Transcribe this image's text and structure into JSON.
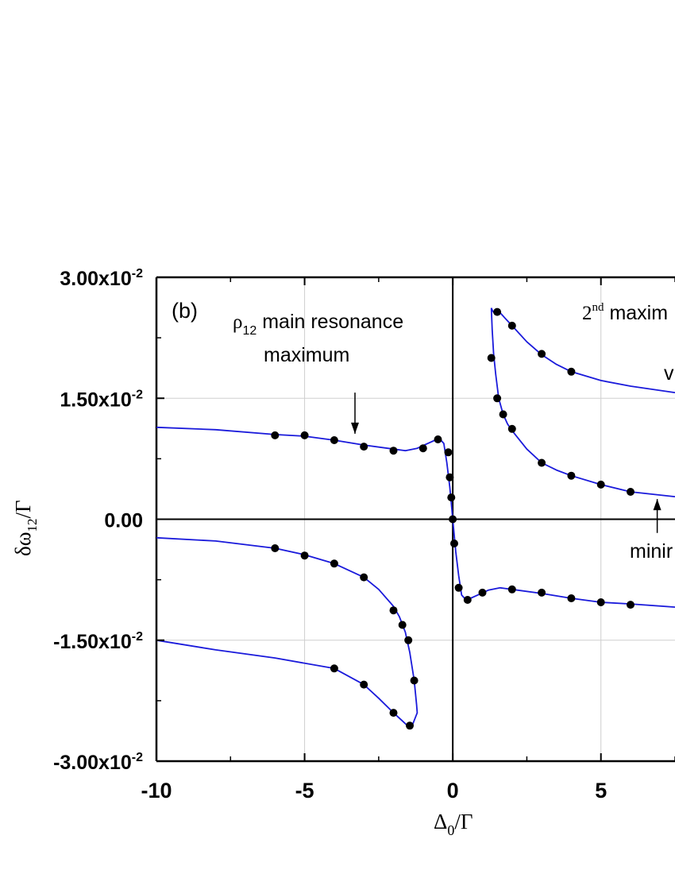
{
  "chart_data": {
    "type": "line",
    "panel_label": "(b)",
    "xlabel": {
      "main": "Δ",
      "sub": "0",
      "rest": "/Γ"
    },
    "ylabel": {
      "main": "δω",
      "sub": "12",
      "rest": "/Γ"
    },
    "xlim": [
      -10,
      7.5
    ],
    "ylim": [
      -0.03,
      0.03
    ],
    "x_ticks": [
      -10,
      -5,
      0,
      5
    ],
    "x_tick_labels": [
      "-10",
      "-5",
      "0",
      "5"
    ],
    "y_ticks": [
      {
        "value": 0.03,
        "mantissa": "3.00x10",
        "exp": "-2"
      },
      {
        "value": 0.015,
        "mantissa": "1.50x10",
        "exp": "-2"
      },
      {
        "value": 0.0,
        "mantissa": "0.00",
        "exp": ""
      },
      {
        "value": -0.015,
        "mantissa": "-1.50x10",
        "exp": "-2"
      },
      {
        "value": -0.03,
        "mantissa": "-3.00x10",
        "exp": "-2"
      }
    ],
    "grid": true,
    "zero_lines": true,
    "line_color": "#1a1adb",
    "marker_color": "#000000",
    "curves": [
      {
        "x": [
          -10,
          -8,
          -6,
          -5,
          -4,
          -3,
          -2,
          -1.6,
          -1.2,
          -0.9,
          -0.6,
          -0.45,
          -0.3,
          -0.2,
          -0.1,
          -0.05,
          0
        ],
        "y": [
          0.0114,
          0.0111,
          0.0105,
          0.0103,
          0.0098,
          0.0092,
          0.0087,
          0.0085,
          0.0088,
          0.0093,
          0.0098,
          0.01,
          0.0094,
          0.007,
          0.004,
          0.002,
          0.0
        ]
      },
      {
        "x": [
          0,
          0.05,
          0.1,
          0.2,
          0.3,
          0.45,
          0.6,
          0.9,
          1.2,
          1.6,
          2,
          3,
          4,
          5,
          6,
          7.5
        ],
        "y": [
          0.0,
          -0.002,
          -0.004,
          -0.007,
          -0.0094,
          -0.01,
          -0.0098,
          -0.0093,
          -0.0088,
          -0.0085,
          -0.0087,
          -0.0092,
          -0.0098,
          -0.0103,
          -0.0105,
          -0.0109
        ]
      },
      {
        "x": [
          -10,
          -8,
          -6,
          -5,
          -4,
          -3,
          -2.5,
          -2,
          -1.8,
          -1.6,
          -1.45,
          -1.3,
          -1.22,
          -1.2,
          -1.35,
          -1.5,
          -1.7,
          -2,
          -2.5,
          -3,
          -4,
          -6,
          -8,
          -10
        ],
        "y": [
          -0.0023,
          -0.0027,
          -0.0036,
          -0.0044,
          -0.0055,
          -0.0072,
          -0.0087,
          -0.0108,
          -0.0121,
          -0.014,
          -0.0165,
          -0.02,
          -0.023,
          -0.024,
          -0.0254,
          -0.0257,
          -0.025,
          -0.024,
          -0.0222,
          -0.0205,
          -0.0185,
          -0.0172,
          -0.0162,
          -0.015
        ]
      },
      {
        "x": [
          1.3,
          1.35,
          1.42,
          1.55,
          1.75,
          2,
          2.5,
          3,
          3.5,
          4,
          5,
          6,
          7.5
        ],
        "y": [
          0.0262,
          0.0258,
          0.0255,
          0.0258,
          0.025,
          0.024,
          0.022,
          0.0204,
          0.0192,
          0.0183,
          0.0172,
          0.0165,
          0.0157
        ]
      },
      {
        "x": [
          1.3,
          1.33,
          1.38,
          1.45,
          1.55,
          1.7,
          1.85,
          2,
          2.5,
          3,
          3.5,
          4,
          5,
          6,
          7.5
        ],
        "y": [
          0.0262,
          0.0235,
          0.0205,
          0.018,
          0.015,
          0.013,
          0.0118,
          0.011,
          0.0087,
          0.007,
          0.0061,
          0.0054,
          0.0043,
          0.0034,
          0.0028
        ]
      }
    ],
    "points": [
      [
        -6,
        0.0104
      ],
      [
        -5,
        0.0104
      ],
      [
        -4,
        0.0098
      ],
      [
        -3,
        0.009
      ],
      [
        -2,
        0.0085
      ],
      [
        -1,
        0.0088
      ],
      [
        -0.5,
        0.0099
      ],
      [
        -0.15,
        0.0083
      ],
      [
        -0.1,
        0.0052
      ],
      [
        -0.05,
        0.0027
      ],
      [
        0,
        0.0
      ],
      [
        0.05,
        -0.003
      ],
      [
        0.2,
        -0.0085
      ],
      [
        0.5,
        -0.01
      ],
      [
        1,
        -0.0091
      ],
      [
        2,
        -0.0087
      ],
      [
        3,
        -0.0091
      ],
      [
        4,
        -0.0098
      ],
      [
        5,
        -0.0103
      ],
      [
        6,
        -0.0106
      ],
      [
        -6,
        -0.0036
      ],
      [
        -5,
        -0.0045
      ],
      [
        -4,
        -0.0055
      ],
      [
        -3,
        -0.0072
      ],
      [
        -2,
        -0.0113
      ],
      [
        -1.7,
        -0.0131
      ],
      [
        -1.5,
        -0.015
      ],
      [
        -1.3,
        -0.02
      ],
      [
        -1.45,
        -0.0256
      ],
      [
        -2,
        -0.024
      ],
      [
        -3,
        -0.0205
      ],
      [
        -4,
        -0.0185
      ],
      [
        1.3,
        0.02
      ],
      [
        1.5,
        0.0257
      ],
      [
        2,
        0.024
      ],
      [
        3,
        0.0205
      ],
      [
        4,
        0.0183
      ],
      [
        1.5,
        0.015
      ],
      [
        1.7,
        0.013
      ],
      [
        2,
        0.0112
      ],
      [
        3,
        0.007
      ],
      [
        4,
        0.0054
      ],
      [
        5,
        0.0043
      ],
      [
        6,
        0.0034
      ]
    ],
    "annotations": [
      {
        "id": "main-resonance",
        "line1_sym": "ρ",
        "line1_sub": "12",
        "line1_rest": " main resonance",
        "line2": "maximum",
        "arrow_x": -3.3,
        "arrow_from": 0.0157,
        "arrow_to": 0.0106
      },
      {
        "id": "second-max",
        "num": "2",
        "sup": "nd",
        "rest": " maxim"
      },
      {
        "id": "minimum",
        "text": "minir",
        "arrow_x": 6.9,
        "arrow_from": -0.0017,
        "arrow_to": 0.0025
      },
      {
        "id": "edge-mark",
        "text": "v"
      }
    ]
  }
}
